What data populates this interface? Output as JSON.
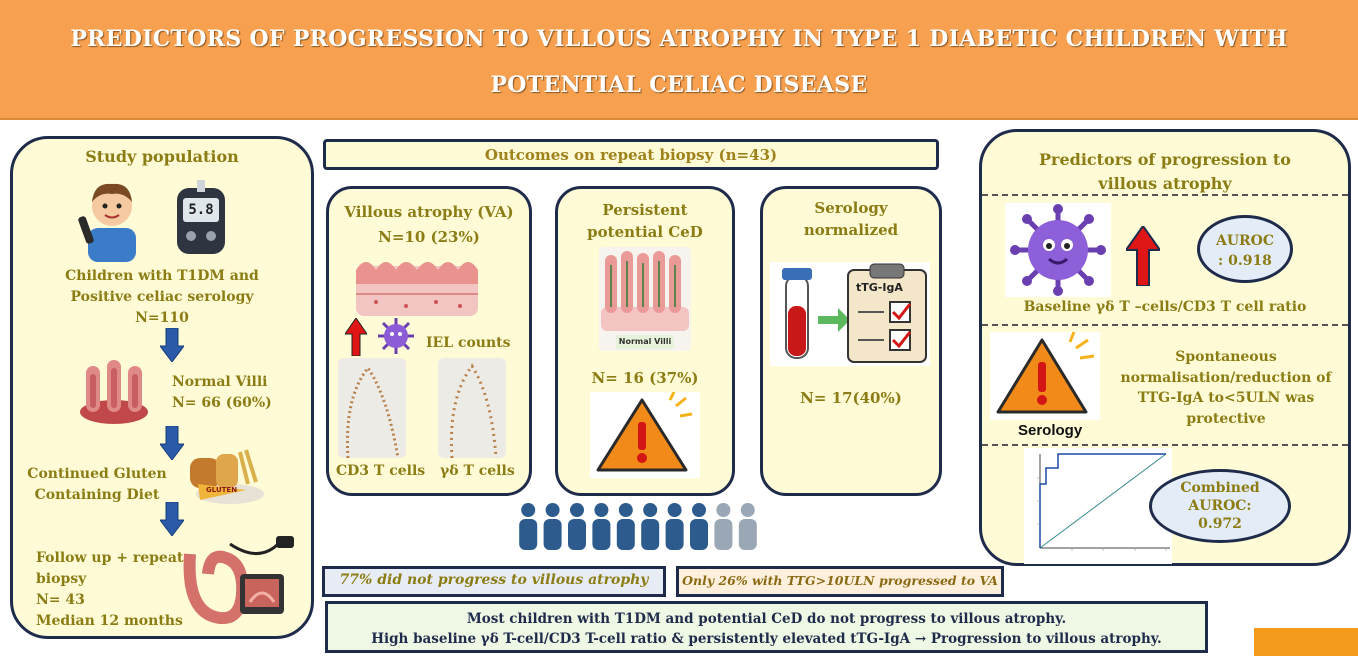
{
  "banner": {
    "title_line1": "PREDICTORS OF PROGRESSION TO VILLOUS ATROPHY IN TYPE 1 DIABETIC CHILDREN WITH",
    "title_line2": "POTENTIAL  CELIAC DISEASE"
  },
  "study": {
    "heading": "Study population",
    "glucometer_reading": "5.8",
    "step1_line1": "Children with T1DM and",
    "step1_line2": "Positive celiac serology",
    "step1_line3": "N=110",
    "step2_line1": "Normal Villi",
    "step2_line2": "N= 66 (60%)",
    "step3_line1": "Continued Gluten",
    "step3_line2": "Containing Diet",
    "gluten_tag": "GLUTEN",
    "step4_line1": "Follow up + repeat",
    "step4_line2": "biopsy",
    "step4_line3": "N= 43",
    "step4_line4": "Median 12 months"
  },
  "outcomes": {
    "heading": "Outcomes on repeat biopsy  (n=43)",
    "va_title": "Villous  atrophy  (VA)",
    "va_n": "N=10 (23%)",
    "iel_label": "IEL counts",
    "cd3_label": "CD3 T cells",
    "gd_label": "γδ T cells",
    "persist_title_line1": "Persistent",
    "persist_title_line2": "potential CeD",
    "normal_villi_label": "Normal Villi",
    "persist_n": "N= 16 (37%)",
    "sero_title_line1": "Serology",
    "sero_title_line2": "normalized",
    "ttg_label": "tTG-IgA",
    "sero_n": "N= 17(40%)",
    "people_total": 10,
    "people_highlight": 8,
    "note_left": "77% did not progress to villous atrophy",
    "note_right": "Only 26% with TTG>10ULN progressed to VA"
  },
  "predictors": {
    "heading_line1": "Predictors of progression to",
    "heading_line2": "villous  atrophy",
    "auroc1_line1": "AUROC",
    "auroc1_line2": ": 0.918",
    "ratio_label": "Baseline γδ T –cells/CD3 T cell ratio",
    "serology_label": "Serology",
    "protective_line1": "Spontaneous",
    "protective_line2": "normalisation/reduction of",
    "protective_line3": "TTG-IgA  to<5ULN was",
    "protective_line4": "protective",
    "auroc2_line1": "Combined",
    "auroc2_line2": "AUROC:",
    "auroc2_line3": "0.972"
  },
  "conclusion": {
    "line1": "Most children with T1DM and potential CeD do not progress to villous atrophy.",
    "line2": "High baseline γδ T-cell/CD3 T-cell ratio & persistently elevated tTG-IgA → Progression to villous atrophy."
  },
  "colors": {
    "banner": "#f7a04f",
    "panel_fill": "#fefbd6",
    "panel_border": "#1f2b4a",
    "gold_text": "#8b7c14",
    "arrow_blue": "#2a5aa8",
    "up_arrow_red": "#e01515",
    "people_blue": "#2d5b8e",
    "people_grey": "#9aa7b4",
    "conclusion_fill": "#eef8e4",
    "accent_orange": "#f59b1b"
  }
}
